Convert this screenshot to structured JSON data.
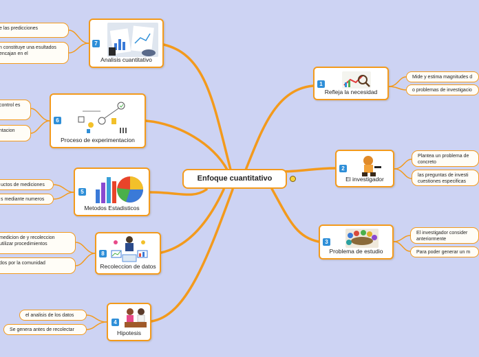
{
  "central": {
    "title": "Enfoque cuantitativo"
  },
  "branches": [
    {
      "num": "1",
      "title": "Refleja la necesidad",
      "icon": "magnifier-chart-icon",
      "leaves": [
        "Mide y estima magnitudes d",
        "o problemas de investigacio"
      ]
    },
    {
      "num": "2",
      "title": "El investigador",
      "icon": "cartoon-character-icon",
      "leaves": [
        "Plantea un problema de concreto",
        "las preguntas de investi cuestiones especificas"
      ]
    },
    {
      "num": "3",
      "title": "Problema de estudio",
      "icon": "group-people-icon",
      "leaves": [
        "El investigador consider anteriormente",
        "Para poder generar un m"
      ]
    },
    {
      "num": "4",
      "title": "Hipotesis",
      "icon": "two-people-icon",
      "leaves": [
        "el analisis de los datos",
        "Se genera antes de recolectar"
      ]
    },
    {
      "num": "5",
      "title": "Metodos Estadisticos",
      "icon": "pie-bar-chart-icon",
      "leaves": [
        "uctos de mediciones",
        "s mediante numeros"
      ]
    },
    {
      "num": "6",
      "title": "Proceso de experimentacion",
      "icon": "process-diagram-icon",
      "leaves": [
        "control es",
        "ntacion"
      ]
    },
    {
      "num": "7",
      "title": "Analisis cuantitativo",
      "icon": "analysis-papers-icon",
      "leaves": [
        "e las predicciones",
        "n constituye una esultados encajan en el"
      ]
    },
    {
      "num": "8",
      "title": "Recoleccion de datos",
      "icon": "presenter-icon",
      "leaves": [
        "medicion de y recoleccion utilizar procedimientos",
        "dos por la comunidad"
      ]
    }
  ],
  "colors": {
    "accent": "#f39a1c",
    "badge": "#2f8fd8",
    "background": "#cdd3f3"
  }
}
